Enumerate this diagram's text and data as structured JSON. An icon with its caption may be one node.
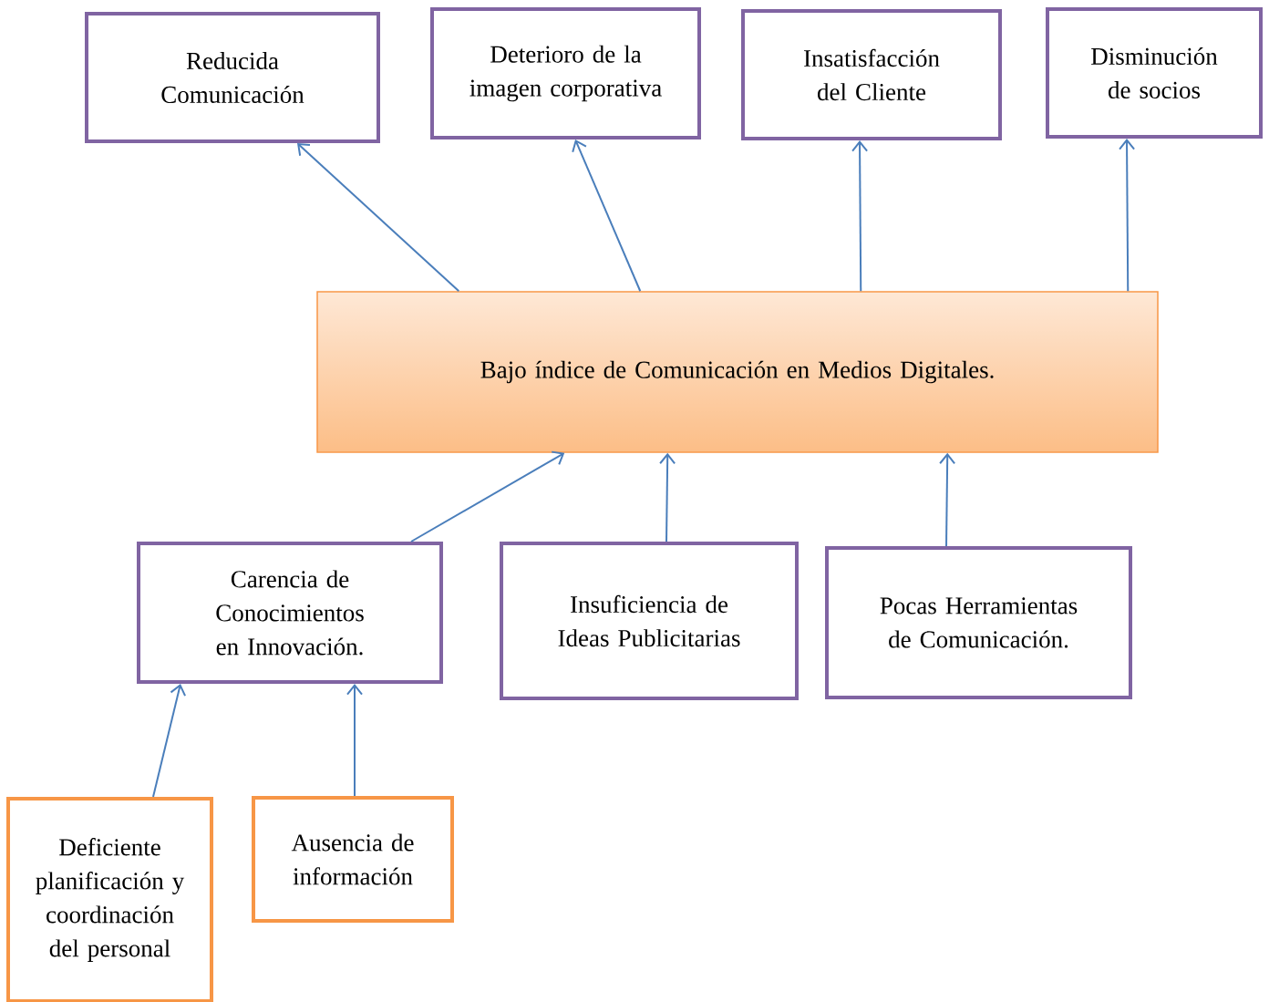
{
  "diagram": {
    "nodes": [
      {
        "text": [
          "Reducida Comunicación"
        ]
      },
      {
        "text": [
          "Deterioro de la imagen corporativa"
        ]
      },
      {
        "text": [
          "Insatisfacción del Cliente"
        ]
      },
      {
        "text": [
          "Disminución de socios"
        ]
      },
      {
        "text": [
          "Bajo índice de Comunicación en Medios Digitales."
        ]
      },
      {
        "text": [
          "Carencia de Conocimientos en Innovación."
        ]
      },
      {
        "text": [
          "Insuficiencia de Ideas Publicitarias"
        ]
      },
      {
        "text": [
          "Pocas Herramientas de Comunicación."
        ]
      },
      {
        "text": [
          "Deficiente planificación y coordinación del personal"
        ]
      },
      {
        "text": [
          "Ausencia de información"
        ]
      }
    ],
    "edges": [
      {
        "from": 4,
        "to": 0,
        "arrow": "to"
      },
      {
        "from": 4,
        "to": 1,
        "arrow": "to"
      },
      {
        "from": 4,
        "to": 2,
        "arrow": "to"
      },
      {
        "from": 4,
        "to": 3,
        "arrow": "to"
      },
      {
        "from": 5,
        "to": 4,
        "arrow": "to"
      },
      {
        "from": 6,
        "to": 4,
        "arrow": "to"
      },
      {
        "from": 7,
        "to": 4,
        "arrow": "to"
      },
      {
        "from": 8,
        "to": 5,
        "arrow": "to"
      },
      {
        "from": 9,
        "to": 5,
        "arrow": "to"
      }
    ]
  }
}
